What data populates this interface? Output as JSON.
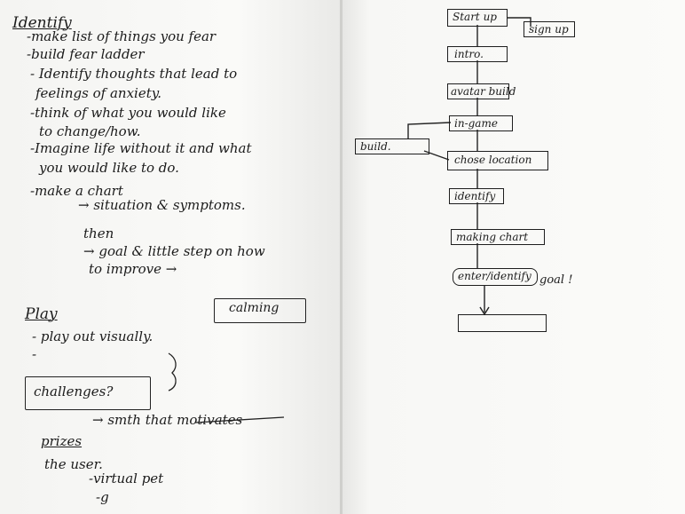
{
  "left_page": {
    "identify_heading": "Identify",
    "identify_items": [
      "-make list of things you fear",
      "-build fear ladder",
      "- Identify thoughts that lead to",
      "feelings of anxiety.",
      "-think of what you would like",
      "to change/how.",
      "-Imagine life without it and what",
      "you would like to do.",
      "-make a chart",
      "→ situation & symptoms.",
      "then",
      "→ goal & little step on how",
      "to improve →"
    ],
    "play_heading": "Play",
    "play_items": [
      "- play out visually.",
      "-"
    ],
    "calming_label": "calming",
    "challenges_label": "challenges?",
    "prizes_label": "prizes",
    "prizes_text": "→ smth that motivates",
    "prizes_text2": "the user.",
    "virtual_pet": "-virtual pet",
    "last_dash": "-g"
  },
  "flowchart": {
    "nodes": [
      "Start up",
      "sign up",
      "intro.",
      "avatar build",
      "in-game",
      "build.",
      "chose location",
      "identify",
      "making chart",
      "enter/identify",
      "goal !"
    ]
  }
}
